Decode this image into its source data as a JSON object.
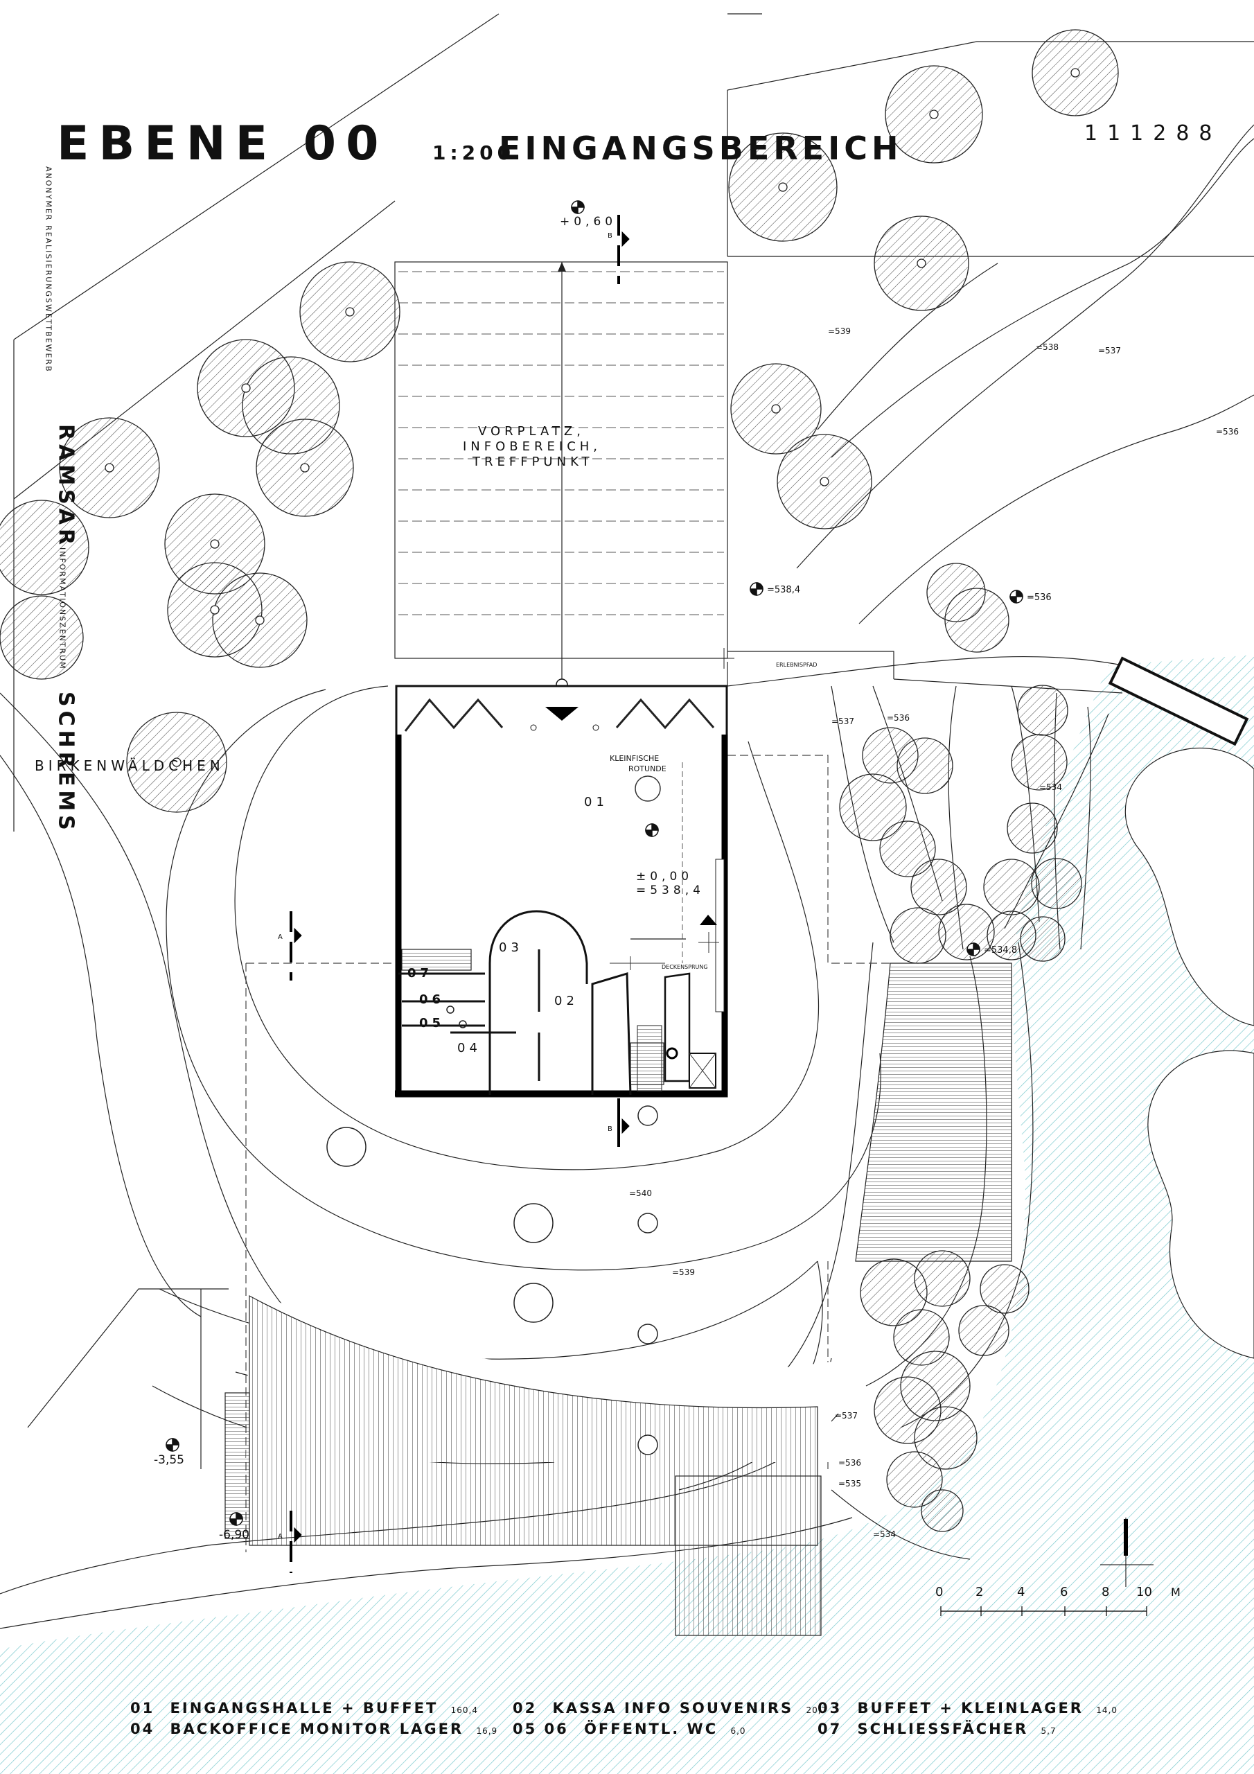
{
  "title": {
    "level": "EBENE 00",
    "scale": "1:200",
    "area": "EINGANGSBEREICH",
    "project_number": "111288"
  },
  "side_text": {
    "competition": "ANONYMER REALISIERUNGSWETTBEWERB",
    "project_name": "RAMSAR",
    "center": "INFORMATIONSZENTRUM",
    "place": "SCHREMS"
  },
  "place_labels": {
    "forecourt": [
      "VORPLATZ,",
      "INFOBEREICH,",
      "TREFFPUNKT"
    ],
    "birch_wood": "BIRKENWÄLDCHEN",
    "path": "ERLEBNISPFAD",
    "rotunda": [
      "KLEINFISCHE",
      "ROTUNDE"
    ],
    "ceiling_step": "DECKENSPRUNG"
  },
  "levels": {
    "forecourt": "+0,60",
    "hall": [
      "±0,00",
      "=538,4"
    ],
    "east": "=538,4",
    "east2": "=536",
    "terrace": "=534,8",
    "west_low": "-3,55",
    "west_lower": "-6,90"
  },
  "contours": [
    "=539",
    "=538",
    "=537",
    "=536",
    "=537",
    "=536",
    "=534",
    "=540",
    "=539",
    "=537",
    "=536",
    "=535",
    "=534"
  ],
  "rooms": {
    "r01": "01",
    "r02": "02",
    "r03": "03",
    "r04": "04",
    "r05": "05",
    "r06": "06",
    "r07": "07"
  },
  "section_markers": {
    "a": "A",
    "b": "B"
  },
  "scale_bar": {
    "ticks": [
      "0",
      "2",
      "4",
      "6",
      "8",
      "10"
    ],
    "unit": "M"
  },
  "legend": [
    {
      "id": "01",
      "name": "EINGANGSHALLE + BUFFET",
      "area": "160,4"
    },
    {
      "id": "02",
      "name": "KASSA INFO SOUVENIRS",
      "area": "20,7"
    },
    {
      "id": "03",
      "name": "BUFFET + KLEINLAGER",
      "area": "14,0"
    },
    {
      "id": "04",
      "name": "BACKOFFICE MONITOR LAGER",
      "area": "16,9"
    },
    {
      "id": "05 06",
      "name": "ÖFFENTL. WC",
      "area": "6,0"
    },
    {
      "id": "07",
      "name": "SCHLIESSFÄCHER",
      "area": "5,7"
    }
  ],
  "colors": {
    "water": "#9fd8dc",
    "line": "#111111"
  }
}
